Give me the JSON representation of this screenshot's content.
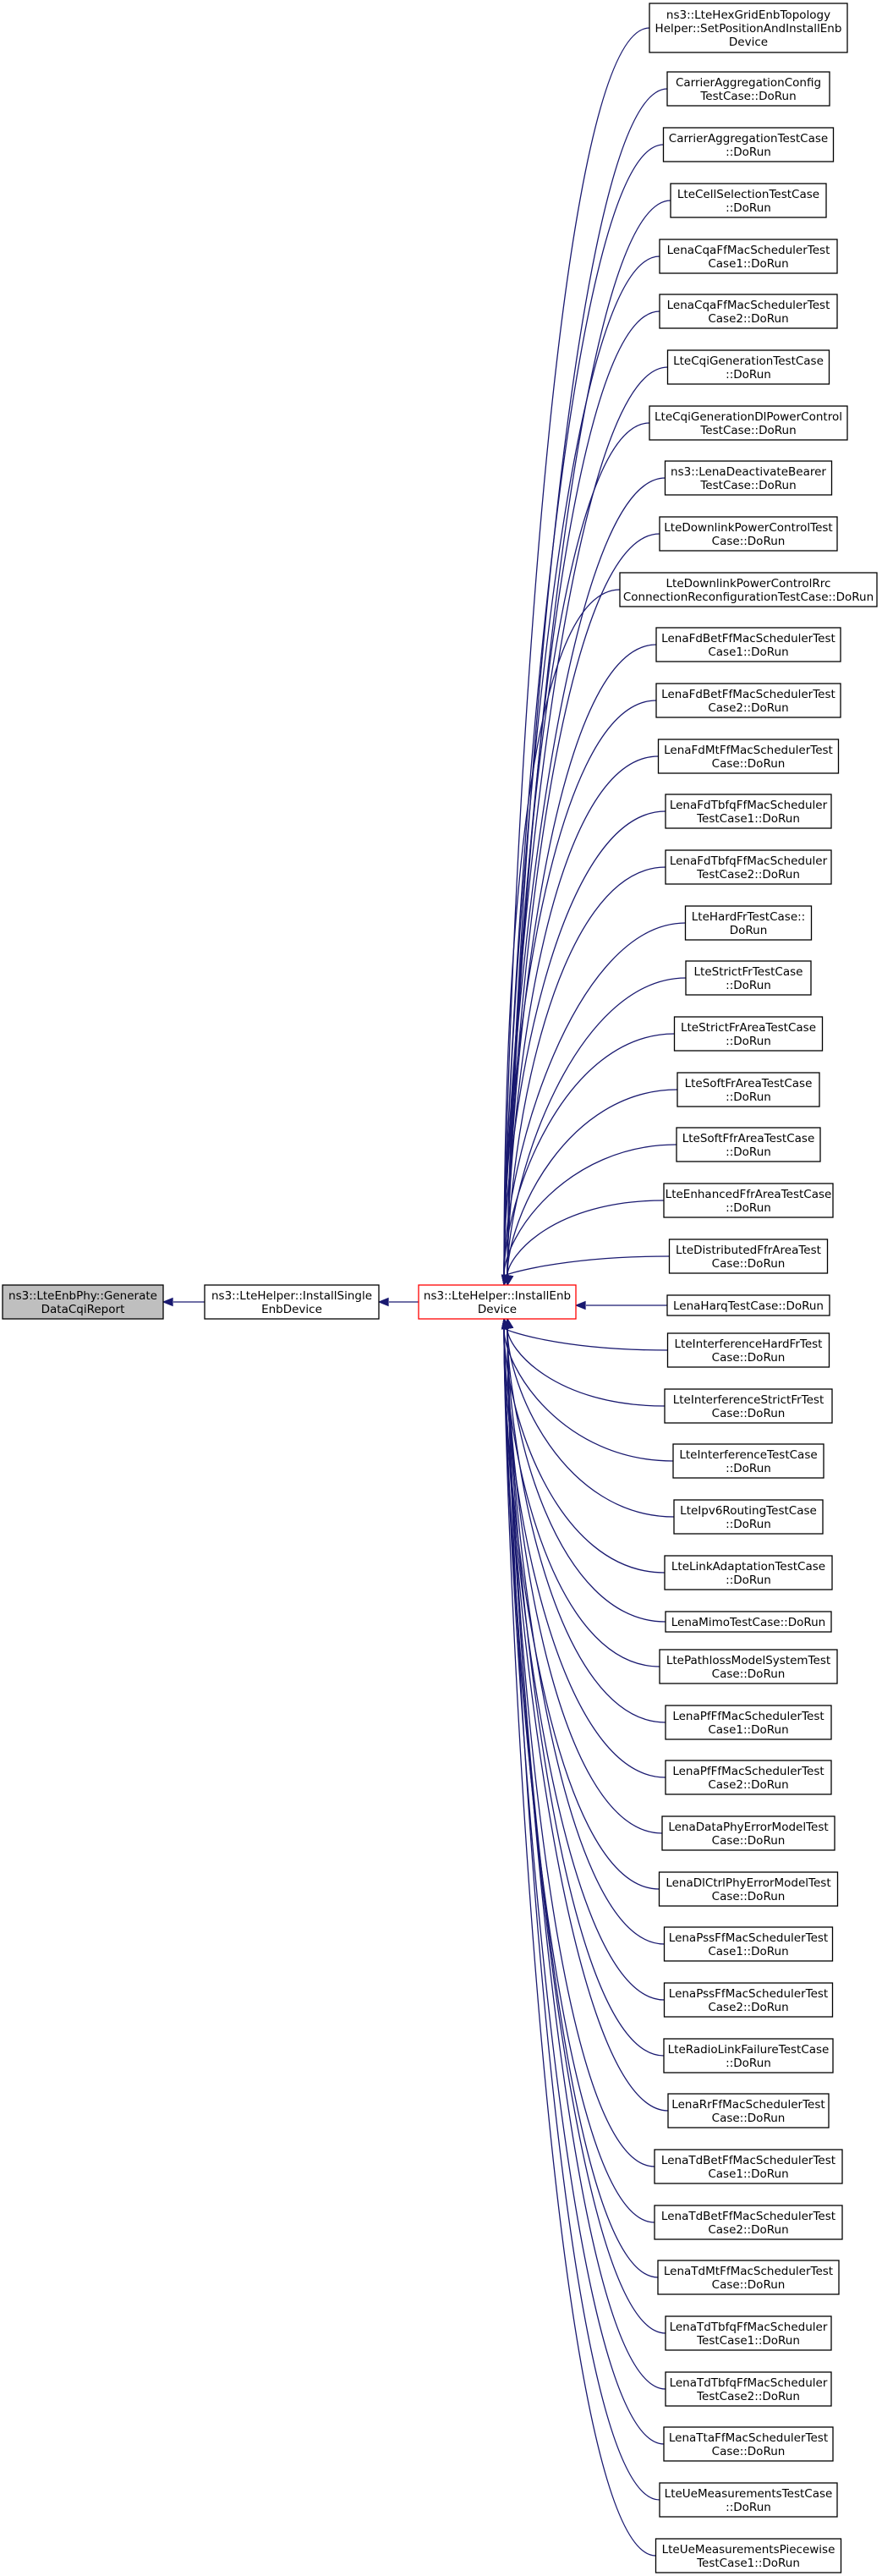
{
  "graph": {
    "root": {
      "id": "root",
      "lines": [
        "ns3::LteEnbPhy::Generate",
        "DataCqiReport"
      ],
      "style": "focus"
    },
    "level1": {
      "id": "installSingle",
      "lines": [
        "ns3::LteHelper::InstallSingle",
        "EnbDevice"
      ]
    },
    "level2": {
      "id": "installEnb",
      "lines": [
        "ns3::LteHelper::InstallEnb",
        "Device"
      ],
      "style": "selected"
    },
    "callers": [
      {
        "lines": [
          "ns3::LteHexGridEnbTopology",
          "Helper::SetPositionAndInstallEnb",
          "Device"
        ]
      },
      {
        "lines": [
          "CarrierAggregationConfig",
          "TestCase::DoRun"
        ]
      },
      {
        "lines": [
          "CarrierAggregationTestCase",
          "::DoRun"
        ]
      },
      {
        "lines": [
          "LteCellSelectionTestCase",
          "::DoRun"
        ]
      },
      {
        "lines": [
          "LenaCqaFfMacSchedulerTest",
          "Case1::DoRun"
        ]
      },
      {
        "lines": [
          "LenaCqaFfMacSchedulerTest",
          "Case2::DoRun"
        ]
      },
      {
        "lines": [
          "LteCqiGenerationTestCase",
          "::DoRun"
        ]
      },
      {
        "lines": [
          "LteCqiGenerationDlPowerControl",
          "TestCase::DoRun"
        ]
      },
      {
        "lines": [
          "ns3::LenaDeactivateBearer",
          "TestCase::DoRun"
        ]
      },
      {
        "lines": [
          "LteDownlinkPowerControlTest",
          "Case::DoRun"
        ]
      },
      {
        "lines": [
          "LteDownlinkPowerControlRrc",
          "ConnectionReconfigurationTestCase::DoRun"
        ]
      },
      {
        "lines": [
          "LenaFdBetFfMacSchedulerTest",
          "Case1::DoRun"
        ]
      },
      {
        "lines": [
          "LenaFdBetFfMacSchedulerTest",
          "Case2::DoRun"
        ]
      },
      {
        "lines": [
          "LenaFdMtFfMacSchedulerTest",
          "Case::DoRun"
        ]
      },
      {
        "lines": [
          "LenaFdTbfqFfMacScheduler",
          "TestCase1::DoRun"
        ]
      },
      {
        "lines": [
          "LenaFdTbfqFfMacScheduler",
          "TestCase2::DoRun"
        ]
      },
      {
        "lines": [
          "LteHardFrTestCase::",
          "DoRun"
        ]
      },
      {
        "lines": [
          "LteStrictFrTestCase",
          "::DoRun"
        ]
      },
      {
        "lines": [
          "LteStrictFrAreaTestCase",
          "::DoRun"
        ]
      },
      {
        "lines": [
          "LteSoftFrAreaTestCase",
          "::DoRun"
        ]
      },
      {
        "lines": [
          "LteSoftFfrAreaTestCase",
          "::DoRun"
        ]
      },
      {
        "lines": [
          "LteEnhancedFfrAreaTestCase",
          "::DoRun"
        ]
      },
      {
        "lines": [
          "LteDistributedFfrAreaTest",
          "Case::DoRun"
        ]
      },
      {
        "lines": [
          "LenaHarqTestCase::DoRun"
        ]
      },
      {
        "lines": [
          "LteInterferenceHardFrTest",
          "Case::DoRun"
        ]
      },
      {
        "lines": [
          "LteInterferenceStrictFrTest",
          "Case::DoRun"
        ]
      },
      {
        "lines": [
          "LteInterferenceTestCase",
          "::DoRun"
        ]
      },
      {
        "lines": [
          "LteIpv6RoutingTestCase",
          "::DoRun"
        ]
      },
      {
        "lines": [
          "LteLinkAdaptationTestCase",
          "::DoRun"
        ]
      },
      {
        "lines": [
          "LenaMimoTestCase::DoRun"
        ]
      },
      {
        "lines": [
          "LtePathlossModelSystemTest",
          "Case::DoRun"
        ]
      },
      {
        "lines": [
          "LenaPfFfMacSchedulerTest",
          "Case1::DoRun"
        ]
      },
      {
        "lines": [
          "LenaPfFfMacSchedulerTest",
          "Case2::DoRun"
        ]
      },
      {
        "lines": [
          "LenaDataPhyErrorModelTest",
          "Case::DoRun"
        ]
      },
      {
        "lines": [
          "LenaDlCtrlPhyErrorModelTest",
          "Case::DoRun"
        ]
      },
      {
        "lines": [
          "LenaPssFfMacSchedulerTest",
          "Case1::DoRun"
        ]
      },
      {
        "lines": [
          "LenaPssFfMacSchedulerTest",
          "Case2::DoRun"
        ]
      },
      {
        "lines": [
          "LteRadioLinkFailureTestCase",
          "::DoRun"
        ]
      },
      {
        "lines": [
          "LenaRrFfMacSchedulerTest",
          "Case::DoRun"
        ]
      },
      {
        "lines": [
          "LenaTdBetFfMacSchedulerTest",
          "Case1::DoRun"
        ]
      },
      {
        "lines": [
          "LenaTdBetFfMacSchedulerTest",
          "Case2::DoRun"
        ]
      },
      {
        "lines": [
          "LenaTdMtFfMacSchedulerTest",
          "Case::DoRun"
        ]
      },
      {
        "lines": [
          "LenaTdTbfqFfMacScheduler",
          "TestCase1::DoRun"
        ]
      },
      {
        "lines": [
          "LenaTdTbfqFfMacScheduler",
          "TestCase2::DoRun"
        ]
      },
      {
        "lines": [
          "LenaTtaFfMacSchedulerTest",
          "Case::DoRun"
        ]
      },
      {
        "lines": [
          "LteUeMeasurementsTestCase",
          "::DoRun"
        ]
      },
      {
        "lines": [
          "LteUeMeasurementsPiecewise",
          "TestCase1::DoRun"
        ]
      }
    ]
  }
}
